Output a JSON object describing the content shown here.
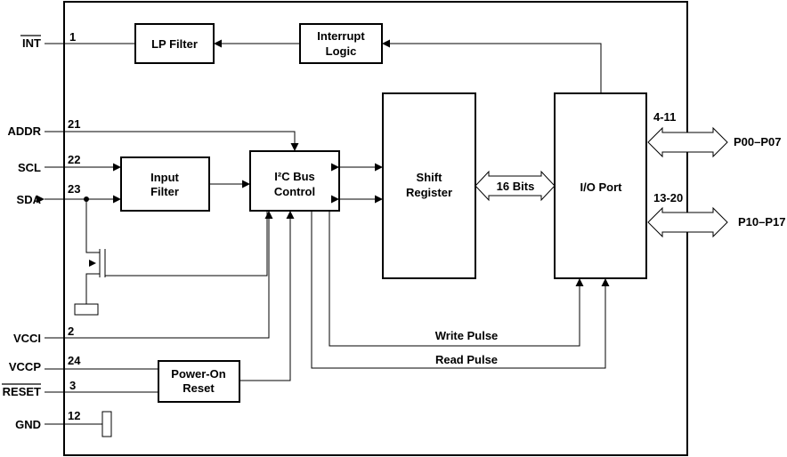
{
  "blocks": {
    "lp_filter": "LP Filter",
    "interrupt_logic": [
      "Interrupt",
      "Logic"
    ],
    "input_filter": [
      "Input",
      "Filter"
    ],
    "i2c_control": [
      "I²C Bus",
      "Control"
    ],
    "shift_register": [
      "Shift",
      "Register"
    ],
    "io_port": "I/O Port",
    "power_on_reset": [
      "Power-On",
      "Reset"
    ]
  },
  "pins": {
    "int": {
      "name": "INT",
      "num": "1",
      "overbar": true
    },
    "addr": {
      "name": "ADDR",
      "num": "21"
    },
    "scl": {
      "name": "SCL",
      "num": "22"
    },
    "sda": {
      "name": "SDA",
      "num": "23"
    },
    "vcci": {
      "name": "VCCI",
      "num": "2"
    },
    "vccp": {
      "name": "VCCP",
      "num": "24"
    },
    "reset": {
      "name": "RESET",
      "num": "3",
      "overbar": true
    },
    "gnd": {
      "name": "GND",
      "num": "12"
    }
  },
  "ports": {
    "p0": {
      "range": "4-11",
      "name": "P00–P07"
    },
    "p1": {
      "range": "13-20",
      "name": "P10–P17"
    }
  },
  "signals": {
    "bits": "16 Bits",
    "write_pulse": "Write Pulse",
    "read_pulse": "Read Pulse"
  }
}
